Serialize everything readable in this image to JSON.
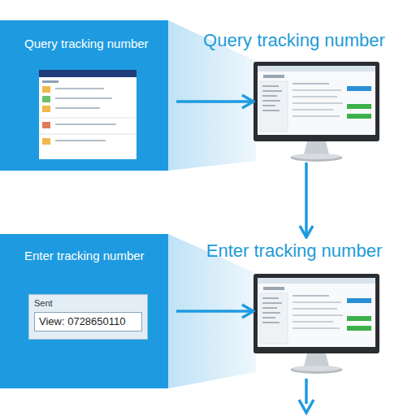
{
  "diagram": {
    "nodes": [
      {
        "text": [
          "Query tracking number"
        ]
      },
      {
        "text": [
          "Query tracking number"
        ]
      },
      {
        "text": [
          "Enter tracking number"
        ]
      },
      {
        "text": [
          "Sent",
          "View: 0728650110"
        ],
        "in": 2
      },
      {
        "text": [
          "Enter tracking number"
        ]
      }
    ],
    "edges": [
      {
        "from": 0,
        "to": 1,
        "arrow": "to"
      },
      {
        "from": 1,
        "to": 4,
        "arrow": "to"
      },
      {
        "from": 2,
        "to": 4,
        "arrow": "to"
      }
    ]
  }
}
